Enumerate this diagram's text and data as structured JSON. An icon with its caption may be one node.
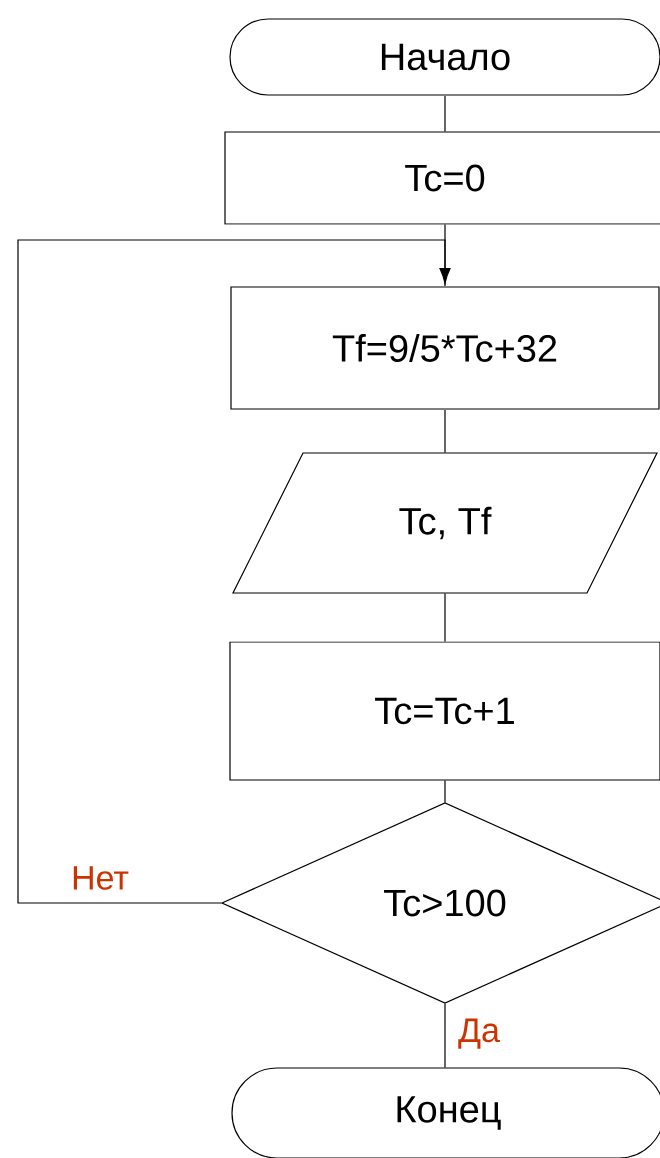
{
  "diagram": {
    "nodes": [
      {
        "text": [
          "Начало"
        ]
      },
      {
        "text": [
          "Tc=0"
        ]
      },
      {
        "text": [
          "Tf=9/5*Tc+32"
        ]
      },
      {
        "text": [
          "Tc, Tf"
        ]
      },
      {
        "text": [
          "Tc=Tc+1"
        ]
      },
      {
        "text": [
          "Tc>100"
        ]
      },
      {
        "text": [
          "Конец"
        ]
      }
    ],
    "edges": [
      {
        "from": 0,
        "to": 1,
        "arrow": "none"
      },
      {
        "from": 1,
        "to": 2,
        "arrow": "none"
      },
      {
        "from": 2,
        "to": 3,
        "arrow": "none"
      },
      {
        "from": 3,
        "to": 4,
        "arrow": "none"
      },
      {
        "from": 4,
        "to": 5,
        "arrow": "none"
      },
      {
        "from": 5,
        "to": 2,
        "arrow": "to",
        "label": "Нет"
      },
      {
        "from": 5,
        "to": 6,
        "arrow": "none",
        "label": "Да"
      }
    ]
  }
}
